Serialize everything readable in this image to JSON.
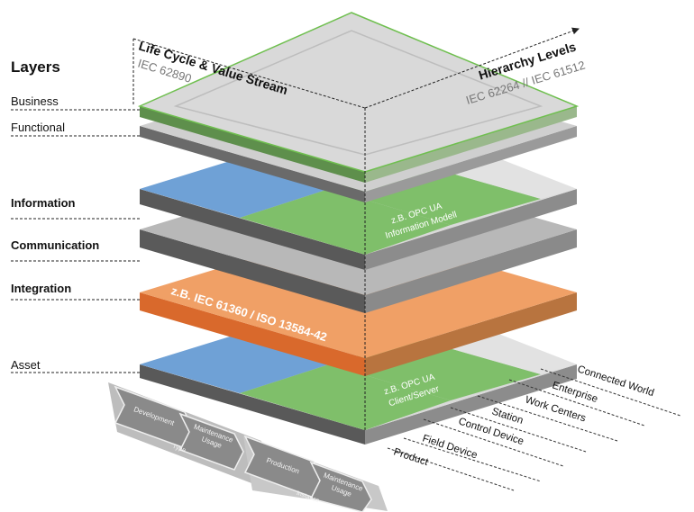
{
  "title": "Layers",
  "layers": [
    {
      "id": "business",
      "label": "Business",
      "bold": false
    },
    {
      "id": "functional",
      "label": "Functional",
      "bold": false
    },
    {
      "id": "information",
      "label": "Information",
      "bold": true
    },
    {
      "id": "communication",
      "label": "Communication",
      "bold": true
    },
    {
      "id": "integration",
      "label": "Integration",
      "bold": true
    },
    {
      "id": "asset",
      "label": "Asset",
      "bold": false
    }
  ],
  "axes": {
    "life_cycle": {
      "title": "Life Cycle & Value Stream",
      "standard": "IEC 62890"
    },
    "hierarchy": {
      "title": "Hierarchy Levels",
      "standard": "IEC 62264 // IEC 61512"
    }
  },
  "layer_texts": {
    "information_line1": "z.B. OPC UA",
    "information_line2": "Information Modell",
    "integration": "z.B. IEC 61360 / ISO 13584-42",
    "asset_line1": "z.B. OPC UA",
    "asset_line2": "Client/Server"
  },
  "hierarchy_levels": [
    "Product",
    "Field Device",
    "Control Device",
    "Station",
    "Work Centers",
    "Enterprise",
    "Connected World"
  ],
  "lifecycle": {
    "type": {
      "left": "Development",
      "right_line1": "Maintenance",
      "right_line2": "Usage",
      "label": "Type"
    },
    "instance": {
      "left": "Production",
      "right_line1": "Maintenance",
      "right_line2": "Usage",
      "label": "Instance"
    }
  },
  "colors": {
    "blue": "#6fa1d6",
    "green": "#7fbf6a",
    "orange": "#e07e3c",
    "grey_top": "#d4d4d4",
    "side_dark": "#5a5a5a",
    "side_light": "#8a8a8a",
    "green_outline": "#6fbf4f"
  }
}
